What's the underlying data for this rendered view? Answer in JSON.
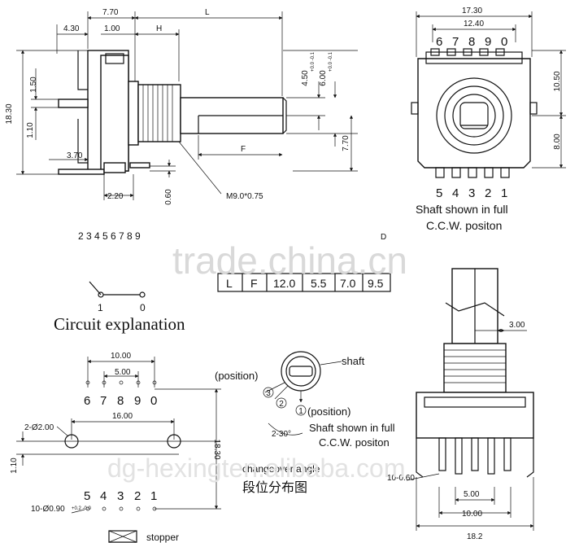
{
  "side_view": {
    "dims": {
      "d_7_70": "7.70",
      "d_L": "L",
      "d_4_30": "4.30",
      "d_1_00": "1.00",
      "d_H": "H",
      "d_1_50": "1.50",
      "d_18_30": "18.30",
      "d_1_10": "1.10",
      "d_3_70": "3.70",
      "d_2_20": "2.20",
      "d_0_60": "0.60",
      "d_F": "F",
      "d_7_70b": "7.70",
      "d_4_50": "4.50",
      "d_4_50_tol": "+0.0 -0.1",
      "d_6_00": "6.00",
      "d_6_00_tol": "+0.0 -0.1"
    },
    "thread_label": "M9.0*0.75"
  },
  "front_view": {
    "dims": {
      "d_17_30": "17.30",
      "d_12_40": "12.40",
      "d_10_50": "10.50",
      "d_8_00": "8.00"
    },
    "top_pins": [
      "6",
      "7",
      "8",
      "9",
      "0"
    ],
    "bottom_pins": [
      "5",
      "4",
      "3",
      "2",
      "1"
    ],
    "caption_line1": "Shaft shown in full",
    "caption_line2": "C.C.W. positon"
  },
  "circuit": {
    "pin_numbers": "2 3 4 5 6 7 8 9",
    "contact_labels": [
      "1",
      "0"
    ],
    "title": "Circuit explanation"
  },
  "table": {
    "row": [
      "L",
      "F",
      "12.0",
      "5.5",
      "7.0",
      "9.5"
    ],
    "corner_label": "D"
  },
  "footprint": {
    "dims": {
      "d_10_00": "10.00",
      "d_5_00": "5.00",
      "d_16_00": "16.00",
      "d_2_00": "2-Ø2.00",
      "d_18_30": "18.30",
      "d_1_10": "1.10",
      "d_holes": "10-Ø0.90",
      "d_holes_tol": "+0.2 -0.0"
    },
    "top_pins": [
      "6",
      "7",
      "8",
      "9",
      "0"
    ],
    "bottom_pins": [
      "5",
      "4",
      "3",
      "2",
      "1"
    ],
    "stopper_label": "stopper"
  },
  "position_detail": {
    "shaft_label": "shaft",
    "position_label_left": "(position)",
    "position_label_right": "(position)",
    "markers": [
      "3",
      "2",
      "1"
    ],
    "angle_label": "2-30°",
    "caption_line1": "Shaft shown in full",
    "caption_line2": "C.C.W. positon",
    "changeover_label": "changeover angle",
    "chinese_caption": "段位分布图"
  },
  "iso_view": {
    "dims": {
      "d_3_00": "3.00",
      "d_10_0_60": "10-0.60",
      "d_5_00": "5.00",
      "d_10_00": "10.00",
      "d_18_2": "18.2"
    }
  },
  "watermarks": {
    "main": "trade.china.cn",
    "bottom": "dg-hexingten.alibaba.com"
  },
  "colors": {
    "line": "#111111",
    "watermark": "#d9d9d9"
  }
}
